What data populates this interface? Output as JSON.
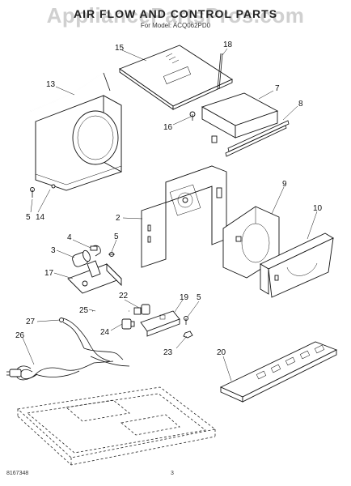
{
  "header": {
    "title": "AIR FLOW AND CONTROL PARTS",
    "subtitle": "For Model: ACQ062PD0",
    "watermark": "AppliancePartsPros.com"
  },
  "footer": {
    "doc_number": "8167348",
    "page_number": "3"
  },
  "callouts": [
    {
      "id": "15",
      "label": "15"
    },
    {
      "id": "18",
      "label": "18"
    },
    {
      "id": "13",
      "label": "13"
    },
    {
      "id": "7",
      "label": "7"
    },
    {
      "id": "8",
      "label": "8"
    },
    {
      "id": "16",
      "label": "16"
    },
    {
      "id": "5a",
      "label": "5"
    },
    {
      "id": "14",
      "label": "14"
    },
    {
      "id": "9",
      "label": "9"
    },
    {
      "id": "10",
      "label": "10"
    },
    {
      "id": "2",
      "label": "2"
    },
    {
      "id": "4",
      "label": "4"
    },
    {
      "id": "5b",
      "label": "5"
    },
    {
      "id": "3",
      "label": "3"
    },
    {
      "id": "17",
      "label": "17"
    },
    {
      "id": "22",
      "label": "22"
    },
    {
      "id": "19",
      "label": "19"
    },
    {
      "id": "5c",
      "label": "5"
    },
    {
      "id": "25",
      "label": "25"
    },
    {
      "id": "27",
      "label": "27"
    },
    {
      "id": "24",
      "label": "24"
    },
    {
      "id": "26",
      "label": "26"
    },
    {
      "id": "23",
      "label": "23"
    },
    {
      "id": "20",
      "label": "20"
    }
  ]
}
